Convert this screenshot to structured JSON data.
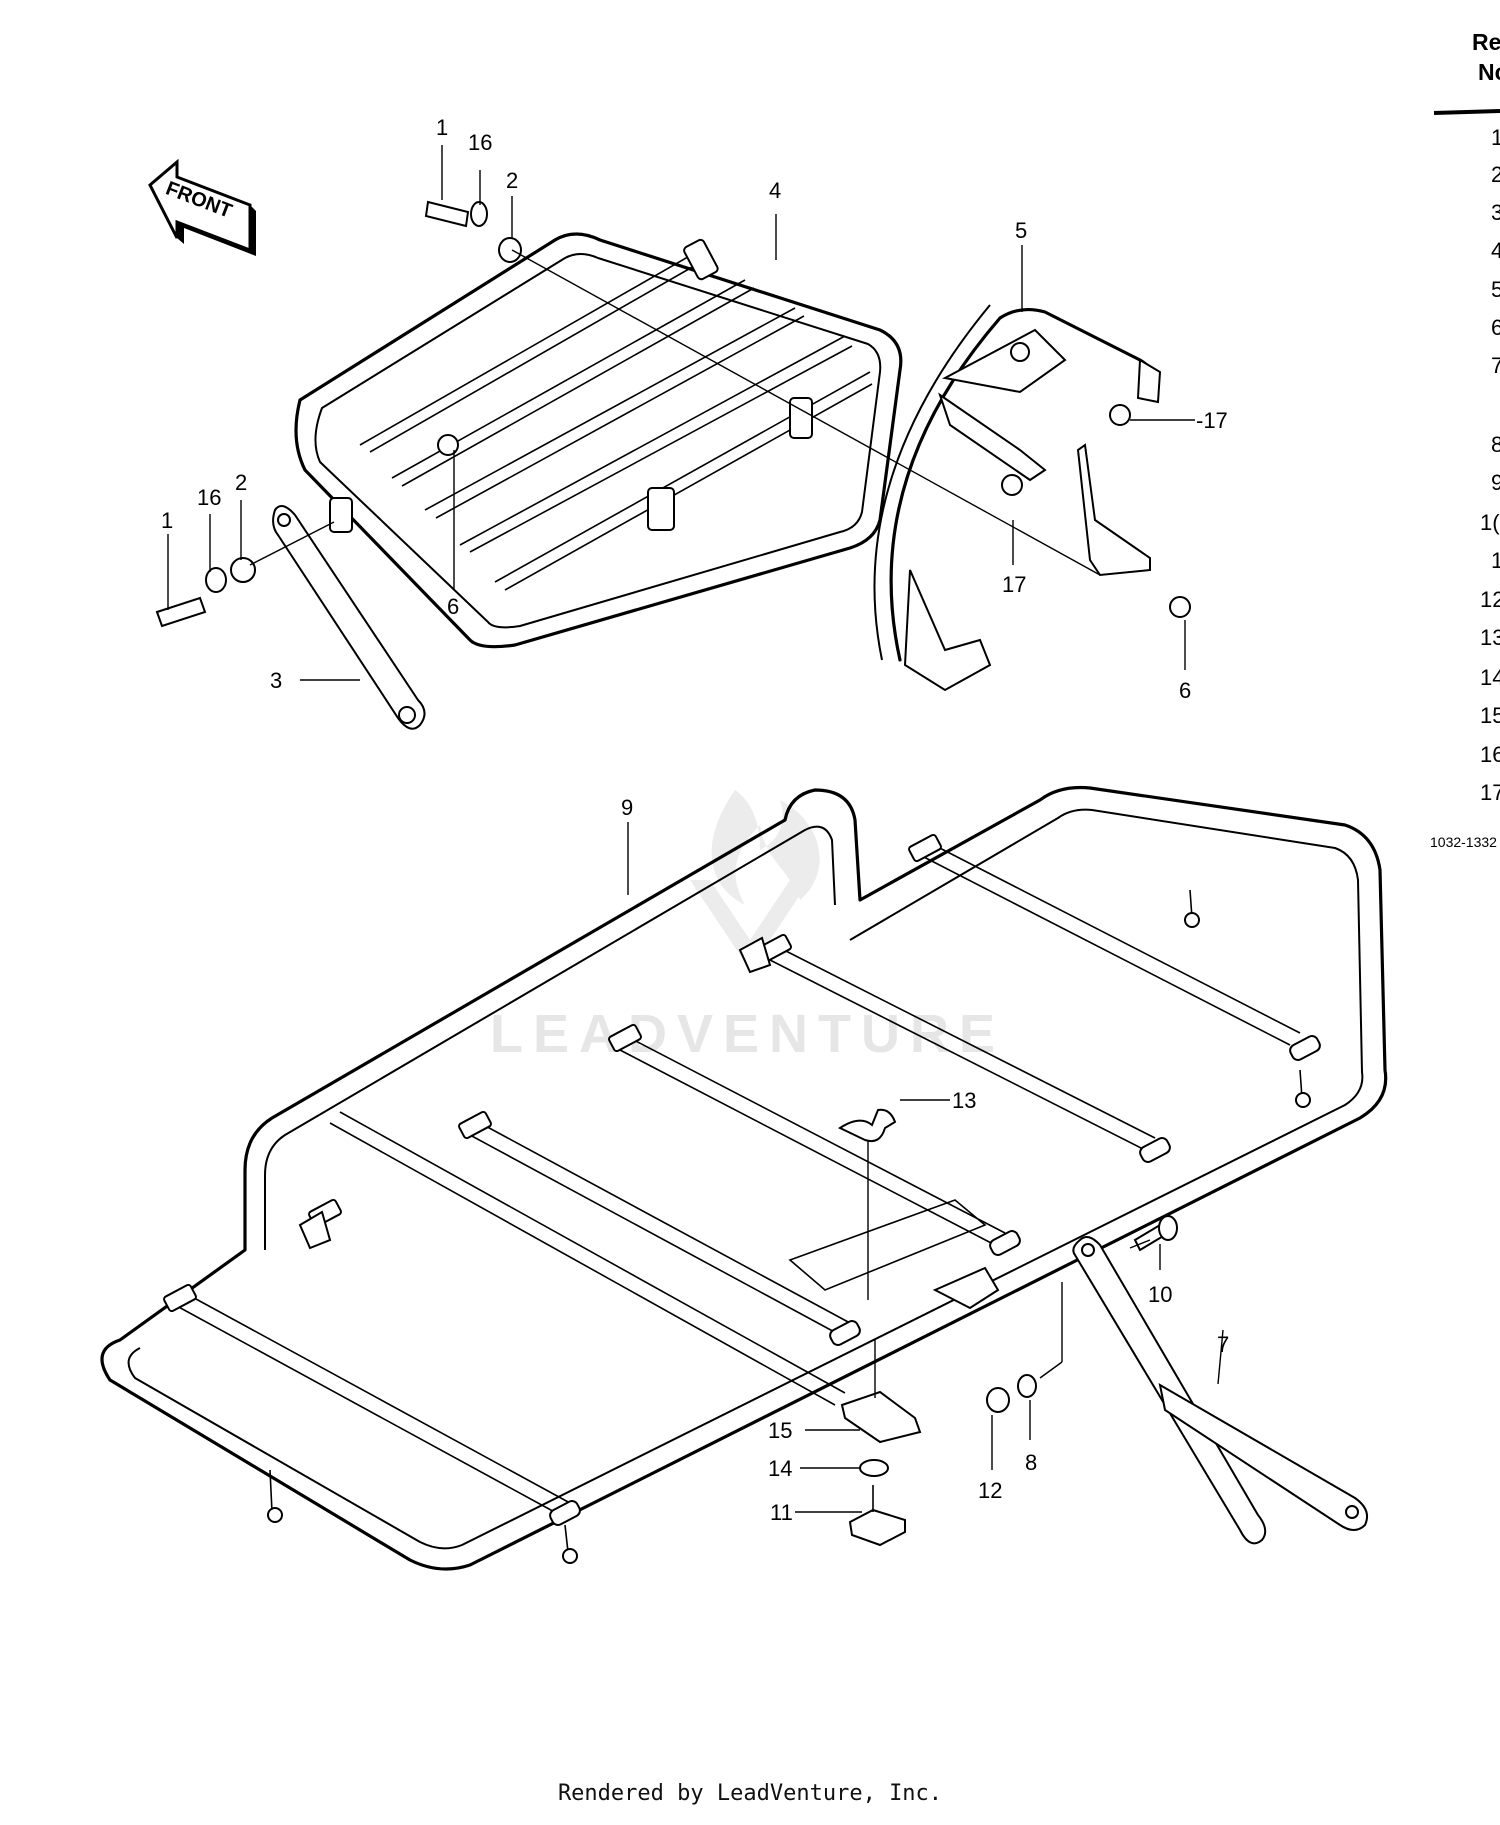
{
  "diagram": {
    "front_arrow_label": "FRONT",
    "callouts": [
      {
        "id": "c1a",
        "label": "1"
      },
      {
        "id": "c16a",
        "label": "16"
      },
      {
        "id": "c2a",
        "label": "2"
      },
      {
        "id": "c4",
        "label": "4"
      },
      {
        "id": "c5",
        "label": "5"
      },
      {
        "id": "c17a",
        "label": "-17"
      },
      {
        "id": "c1b",
        "label": "1"
      },
      {
        "id": "c16b",
        "label": "16"
      },
      {
        "id": "c2b",
        "label": "2"
      },
      {
        "id": "c6a",
        "label": "6"
      },
      {
        "id": "c17b",
        "label": "17"
      },
      {
        "id": "c3",
        "label": "3"
      },
      {
        "id": "c6b",
        "label": "6"
      },
      {
        "id": "c9",
        "label": "9"
      },
      {
        "id": "c13",
        "label": "13"
      },
      {
        "id": "c10",
        "label": "10"
      },
      {
        "id": "c7",
        "label": "7"
      },
      {
        "id": "c15",
        "label": "15"
      },
      {
        "id": "c14",
        "label": "14"
      },
      {
        "id": "c11",
        "label": "11"
      },
      {
        "id": "c12",
        "label": "12"
      },
      {
        "id": "c8",
        "label": "8"
      }
    ],
    "watermark": "LEADVENTURE",
    "side_table": {
      "header_line1": "Re",
      "header_line2": "Nc",
      "rows": [
        "1",
        "2",
        "3",
        "4",
        "5",
        "6",
        "7",
        "8",
        "9",
        "1(",
        "1",
        "12",
        "13",
        "14",
        "15",
        "16",
        "17"
      ],
      "ref_code": "1032-1332"
    }
  },
  "footer": {
    "text": "Rendered by LeadVenture, Inc."
  }
}
